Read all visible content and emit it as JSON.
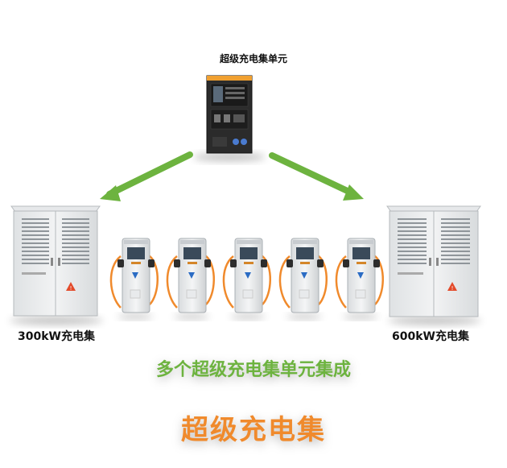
{
  "unit_label": "超级充电集单元",
  "left_label": "300kW充电集",
  "right_label": "600kW充电集",
  "subtitle": "多个超级充电集单元集成",
  "title": "超级充电集",
  "colors": {
    "arrow_green": "#6db33f",
    "title_orange": "#f08a2c",
    "cabinet_gray": "#e9ebec",
    "unit_dark": "#2a2a2a",
    "unit_top": "#f0a030",
    "cable_orange": "#f08a2c"
  },
  "icons": [
    "arrow-left-down-icon",
    "arrow-right-down-icon",
    "warning-triangle-icon",
    "brand-logo-icon"
  ]
}
